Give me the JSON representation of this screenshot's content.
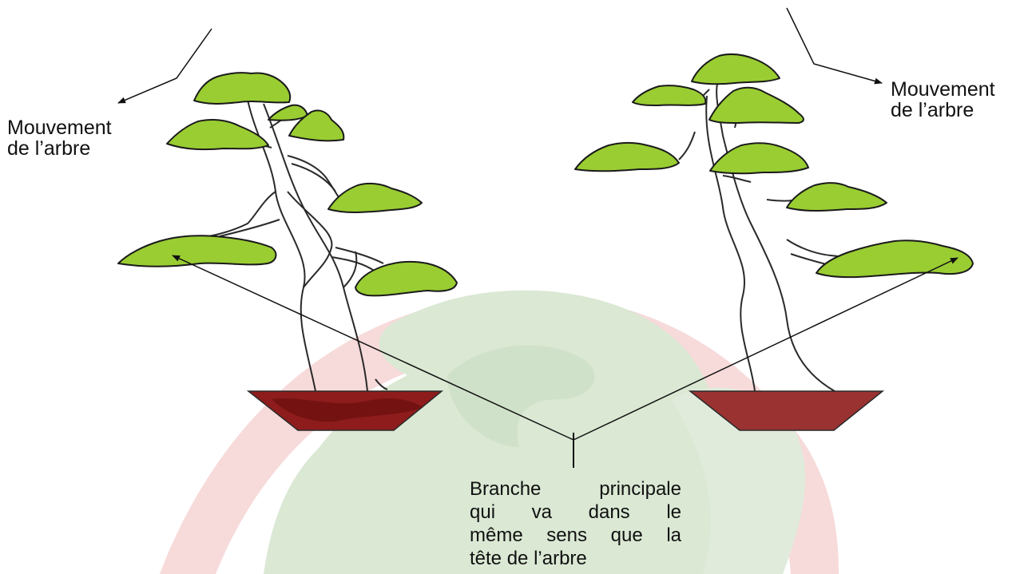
{
  "labels": {
    "movement_left": [
      "Mouvement",
      "de l’arbre"
    ],
    "movement_right": [
      "Mouvement",
      "de l’arbre"
    ],
    "caption": [
      "Branche principale",
      "qui va dans le",
      "même sens que la",
      "tête de l’arbre"
    ]
  },
  "icons": {
    "left_tree": "bonsai-tree-icon",
    "right_tree": "bonsai-tree-icon",
    "pot": "bonsai-pot-icon"
  },
  "colors": {
    "foliage": "#9acd32",
    "foliage_outline": "#1a1a1a",
    "trunk": "#2a2a2a",
    "pot_left": "#8b1a1a",
    "pot_right": "#9a3232",
    "watermark_green": "#cfe0c8",
    "watermark_red": "#f6cfcf"
  }
}
